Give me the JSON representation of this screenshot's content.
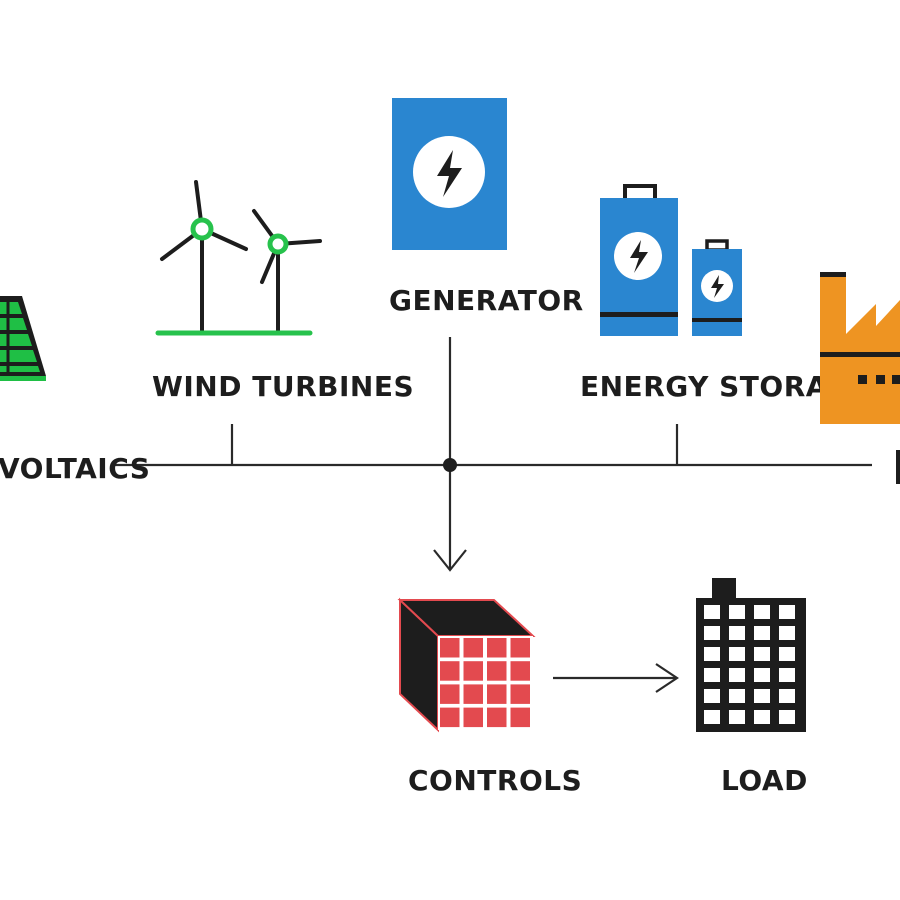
{
  "labels": {
    "photovoltaics": "VOLTAICS",
    "wind_turbines": "WIND TURBINES",
    "generator": "GENERATOR",
    "energy_storage": "ENERGY STORAGE",
    "controls": "CONTROLS",
    "load": "LOAD"
  },
  "colors": {
    "solar_green": "#1fbf45",
    "generator_blue": "#2a86d0",
    "storage_blue": "#2a86d0",
    "factory_orange": "#ee9422",
    "controls_red": "#e34a4f",
    "ink": "#1d1d1d",
    "turbine_green": "#27c24c"
  },
  "icons": {
    "photovoltaics": "solar-panel-icon",
    "wind_turbines": "wind-turbine-icon",
    "generator": "generator-icon",
    "energy_storage": "battery-icon",
    "factory": "factory-icon",
    "controls": "controls-cube-icon",
    "load": "building-icon"
  }
}
